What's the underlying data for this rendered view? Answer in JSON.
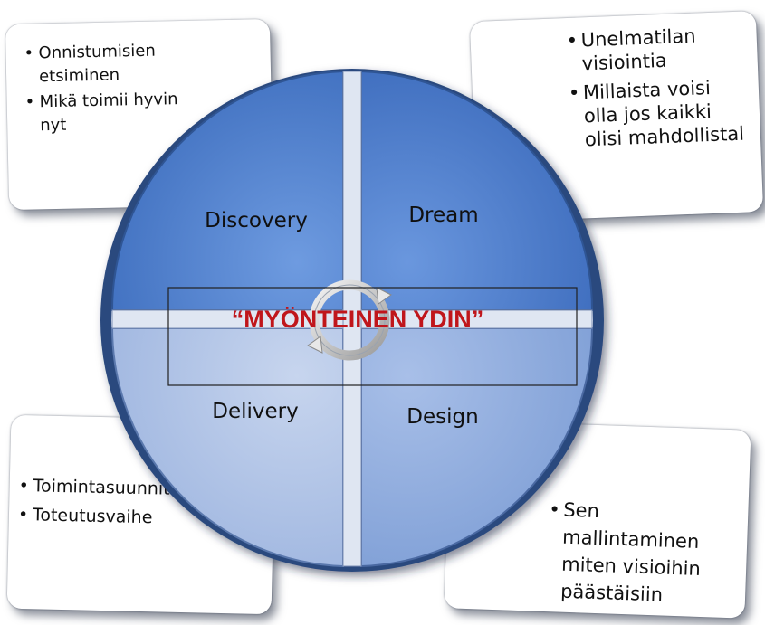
{
  "notes": {
    "top_left": [
      "Onnistumisien etsiminen",
      "Mikä toimii hyvin nyt"
    ],
    "top_right": [
      "Unelmatilan visiointia",
      "Millaista voisi olla jos kaikki olisi mahdollistal"
    ],
    "bottom_left": [
      "Toimintasuunnitelman tekeminen",
      "Toteutusvaihe"
    ],
    "bottom_right": [
      "Sen mallintaminen miten visioihin päästäisiin"
    ]
  },
  "phases": {
    "discovery": "Discovery",
    "dream": "Dream",
    "delivery": "Delivery",
    "design": "Design"
  },
  "core": "“MYÖNTEINEN YDIN”",
  "colors": {
    "top_quadrant": "#4a7fcf",
    "bottom_quadrant": "#a9bde2",
    "core_text": "#c0161b"
  }
}
